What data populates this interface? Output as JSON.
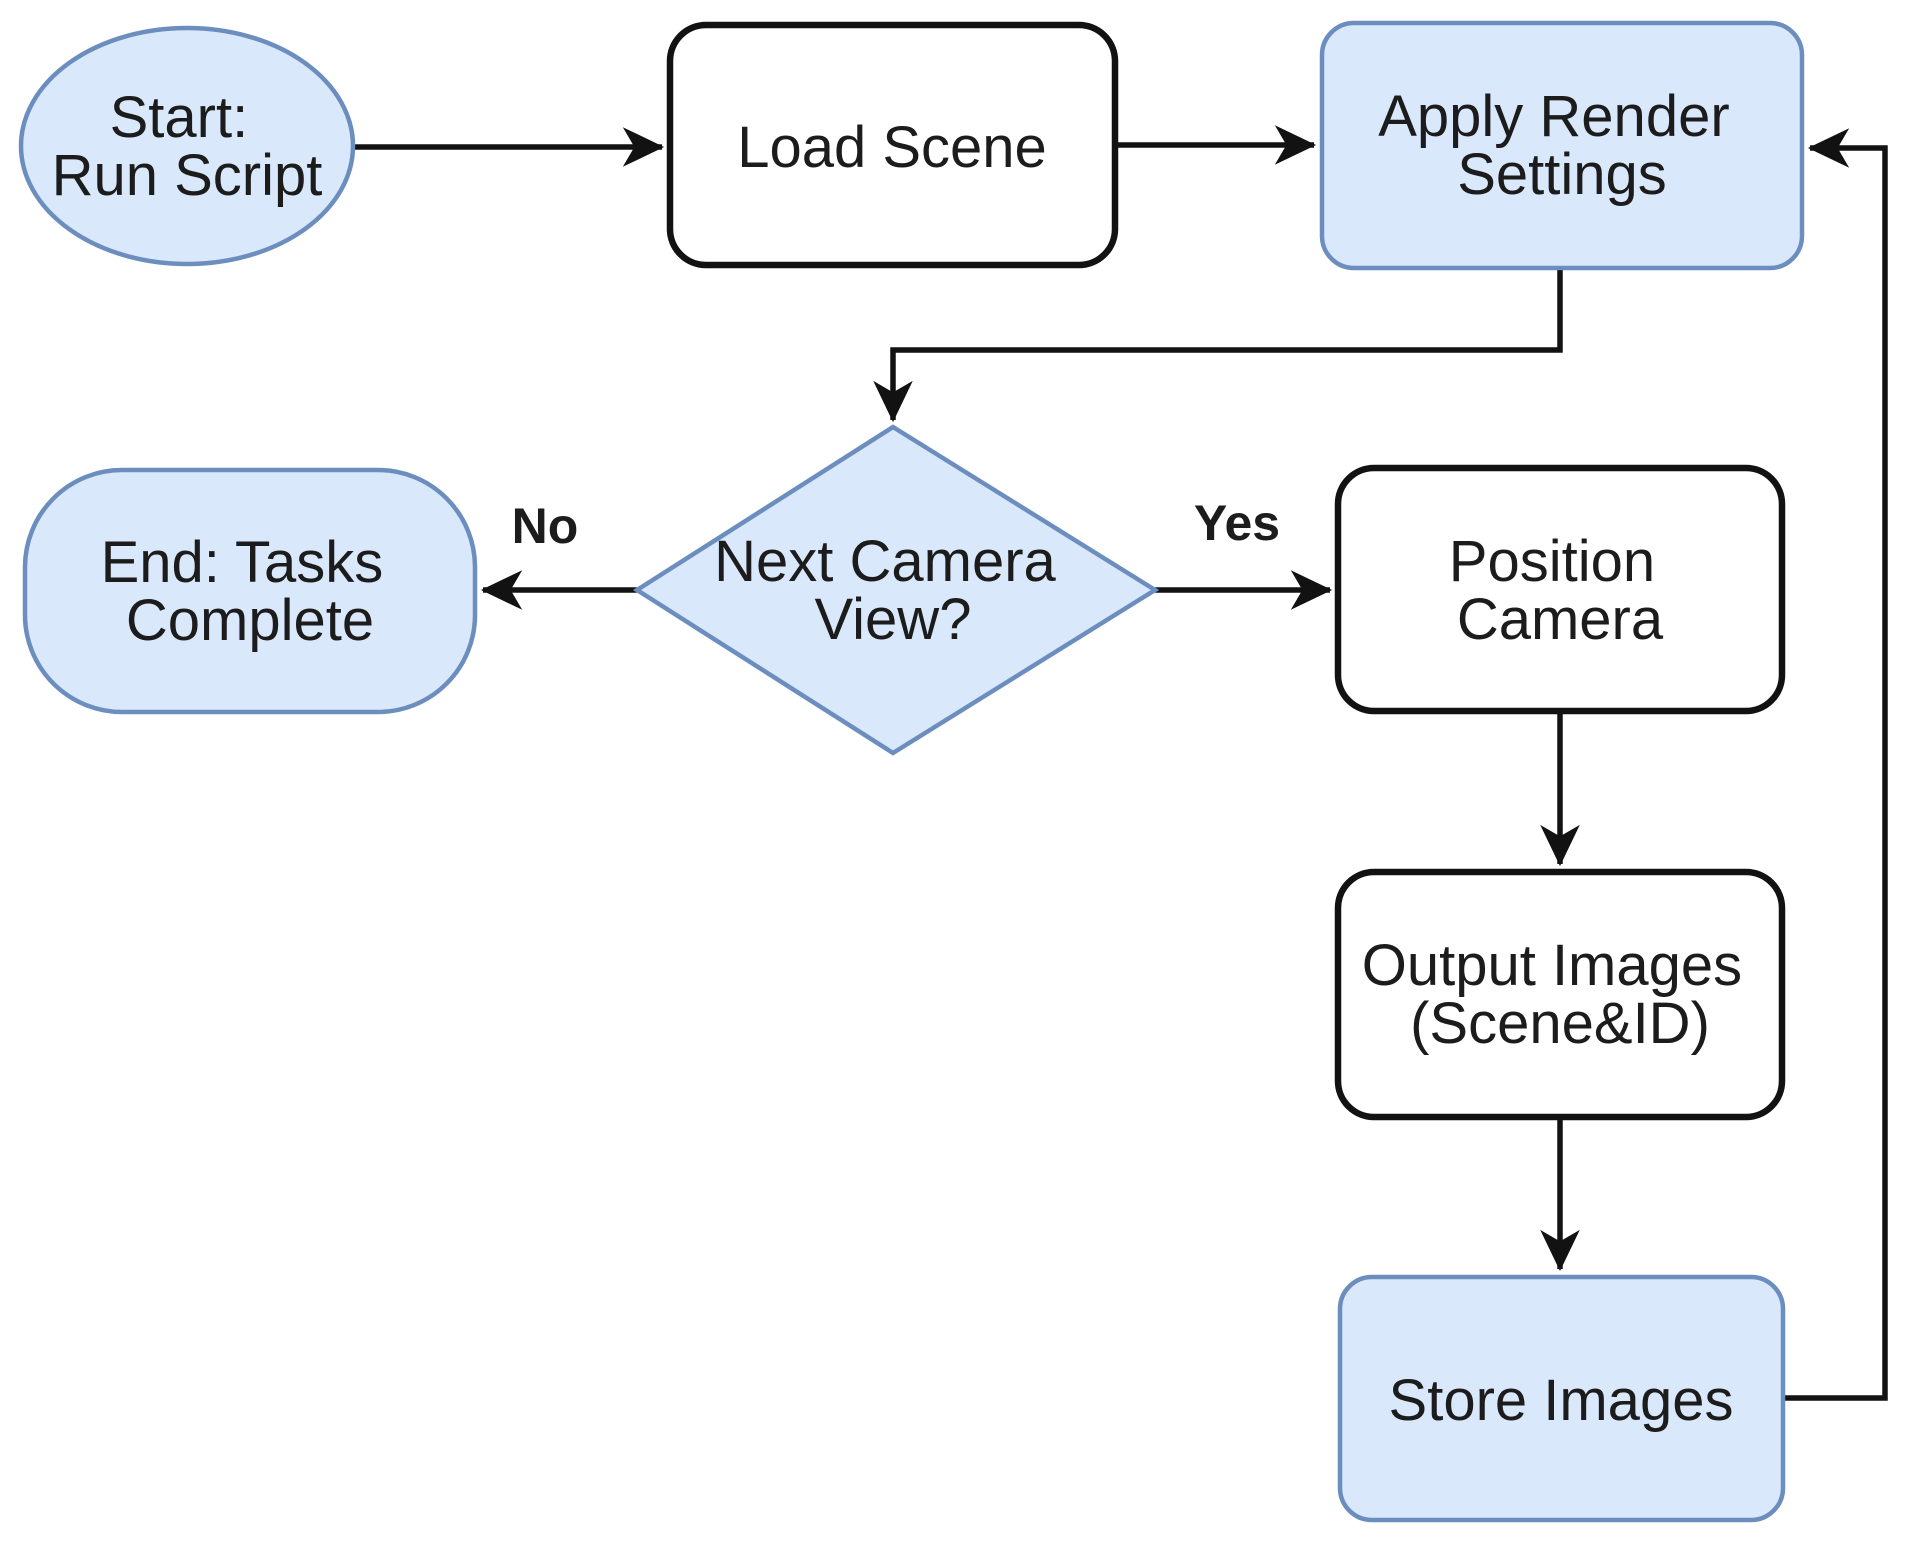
{
  "diagram": {
    "type": "flowchart",
    "background": "#ffffff",
    "colors": {
      "accent_fill": "#dae8fc",
      "accent_stroke": "#6c8ebf",
      "white_fill": "#ffffff",
      "line_color": "#121212",
      "text_color": "#1c1c1c"
    },
    "nodes": {
      "start": {
        "shape": "ellipse",
        "style": "accent",
        "lines": [
          "Start:",
          "Run Script"
        ]
      },
      "load_scene": {
        "shape": "rounded-rect",
        "style": "plain",
        "lines": [
          "Load Scene"
        ]
      },
      "apply_render_settings": {
        "shape": "rounded-rect",
        "style": "accent",
        "lines": [
          "Apply Render",
          "Settings"
        ]
      },
      "next_camera_view": {
        "shape": "diamond",
        "style": "accent",
        "lines": [
          "Next Camera",
          "View?"
        ]
      },
      "end": {
        "shape": "stadium",
        "style": "accent",
        "lines": [
          "End: Tasks",
          "Complete"
        ]
      },
      "position_camera": {
        "shape": "rounded-rect",
        "style": "plain",
        "lines": [
          "Position",
          "Camera"
        ]
      },
      "output_images": {
        "shape": "rounded-rect",
        "style": "plain",
        "lines": [
          "Output Images",
          "(Scene&ID)"
        ]
      },
      "store_images": {
        "shape": "rounded-rect",
        "style": "accent",
        "lines": [
          "Store Images"
        ]
      }
    },
    "edge_labels": {
      "no": "No",
      "yes": "Yes"
    }
  }
}
